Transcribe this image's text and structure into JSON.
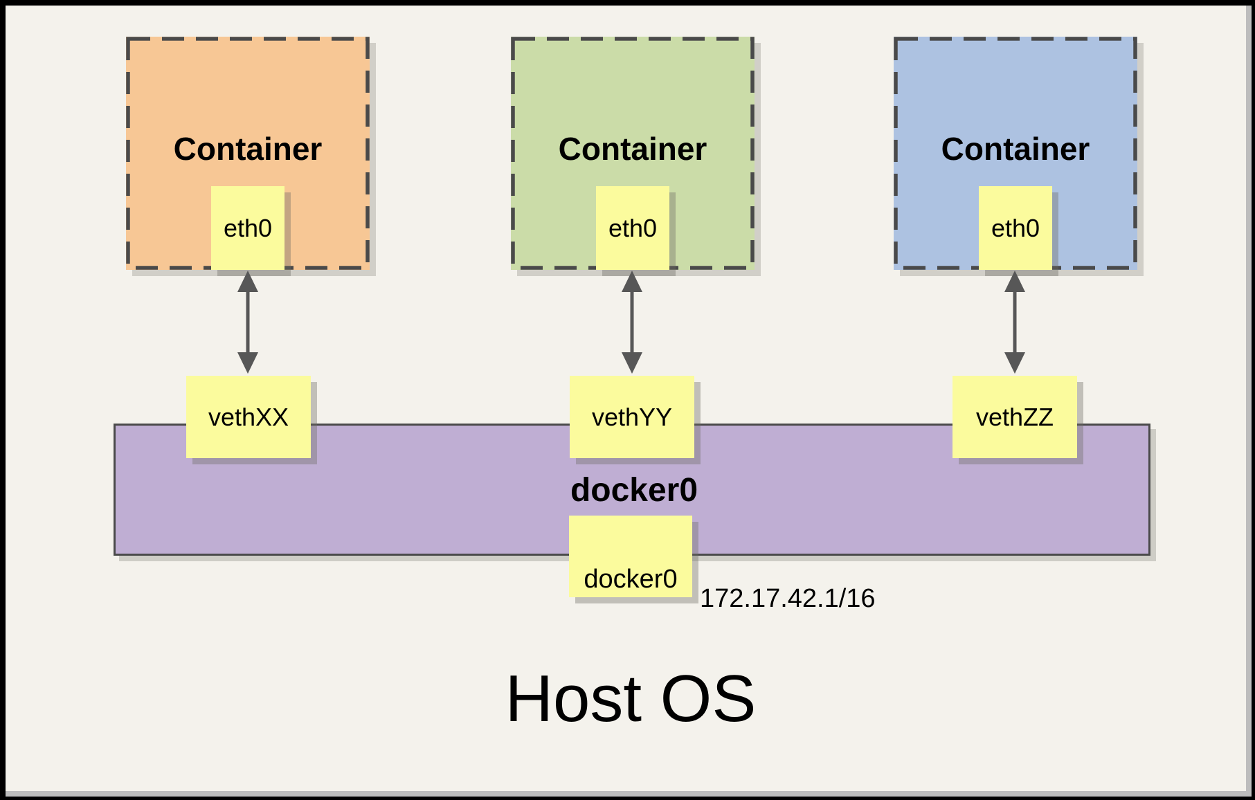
{
  "diagram": {
    "containers": [
      {
        "label": "Container",
        "interface": "eth0",
        "color": "#F7C795"
      },
      {
        "label": "Container",
        "interface": "eth0",
        "color": "#CBDCA8"
      },
      {
        "label": "Container",
        "interface": "eth0",
        "color": "#ADC2E1"
      }
    ],
    "veth_interfaces": [
      {
        "label": "vethXX"
      },
      {
        "label": "vethYY"
      },
      {
        "label": "vethZZ"
      }
    ],
    "bridge": {
      "title": "docker0",
      "interface_label": "docker0",
      "ip_address": "172.17.42.1/16",
      "color": "#BFAED3"
    },
    "host": {
      "label": "Host OS"
    },
    "colors": {
      "interface_box": "#FBFB9D",
      "background": "#F4F2EC",
      "dashed_border": "#4A4A4A",
      "arrow": "#575757"
    }
  }
}
